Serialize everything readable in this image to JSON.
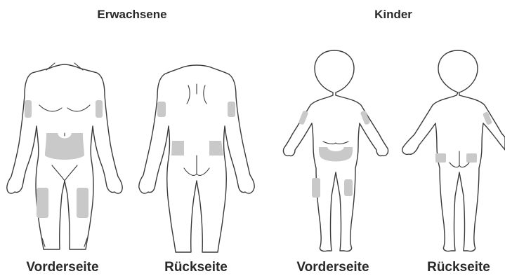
{
  "groups": {
    "adults": {
      "title": "Erwachsene"
    },
    "children": {
      "title": "Kinder"
    }
  },
  "views": {
    "adult_front": "Vorderseite",
    "adult_back": "Rückseite",
    "child_front": "Vorderseite",
    "child_back": "Rückseite"
  },
  "colors": {
    "outline": "#3a3a3a",
    "injection_zone": "#c9c9c9",
    "text": "#2a2a2a"
  }
}
